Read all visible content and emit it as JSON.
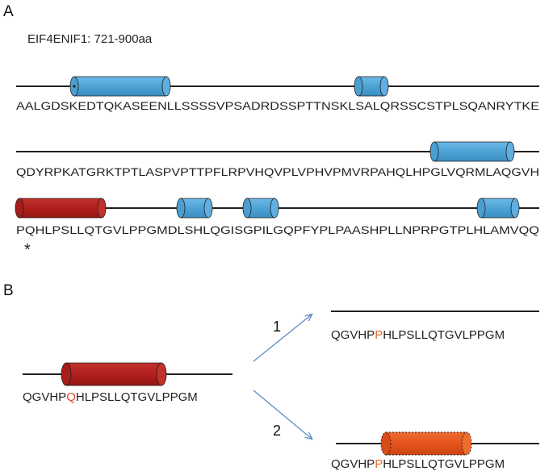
{
  "panel_a": {
    "label": "A",
    "title": "EIF4ENIF1: 721-900aa",
    "rows": [
      {
        "sequence": "AALGDSKEDTQKASEENLLSSSSVPSADRDSSPTTNSKLSALQRSSCSTPLSQANRYTKE"
      },
      {
        "sequence": "QDYRPKATGRKTPTLASPVPTTPFLRPVHQVPLVPHVPMVRPAHQLHPGLVQRMLAQGVH"
      },
      {
        "sequence": "PQHLPSLLQTGVLPPGMDLSHLQGISGPILGQPFYPLPAASHPLLNPRPGTPLHLAMVQQ"
      }
    ],
    "asterisk": "*"
  },
  "panel_b": {
    "label": "B",
    "original": {
      "prefix": "QGVHP",
      "residue": "Q",
      "suffix": "HLPSLLQTGVLPPGM"
    },
    "outcome_1": {
      "number": "1",
      "prefix": "QGVHP",
      "residue": "P",
      "suffix": "HLPSLLQTGVLPPGM"
    },
    "outcome_2": {
      "number": "2",
      "prefix": "QGVHP",
      "residue": "P",
      "suffix": "HLPSLLQTGVLPPGM"
    }
  },
  "colors": {
    "helix_blue": "#4fa6d8",
    "helix_red": "#b5201e",
    "helix_orange": "#e4541c",
    "arrow_blue": "#5b8cc3",
    "line": "#231f20"
  }
}
